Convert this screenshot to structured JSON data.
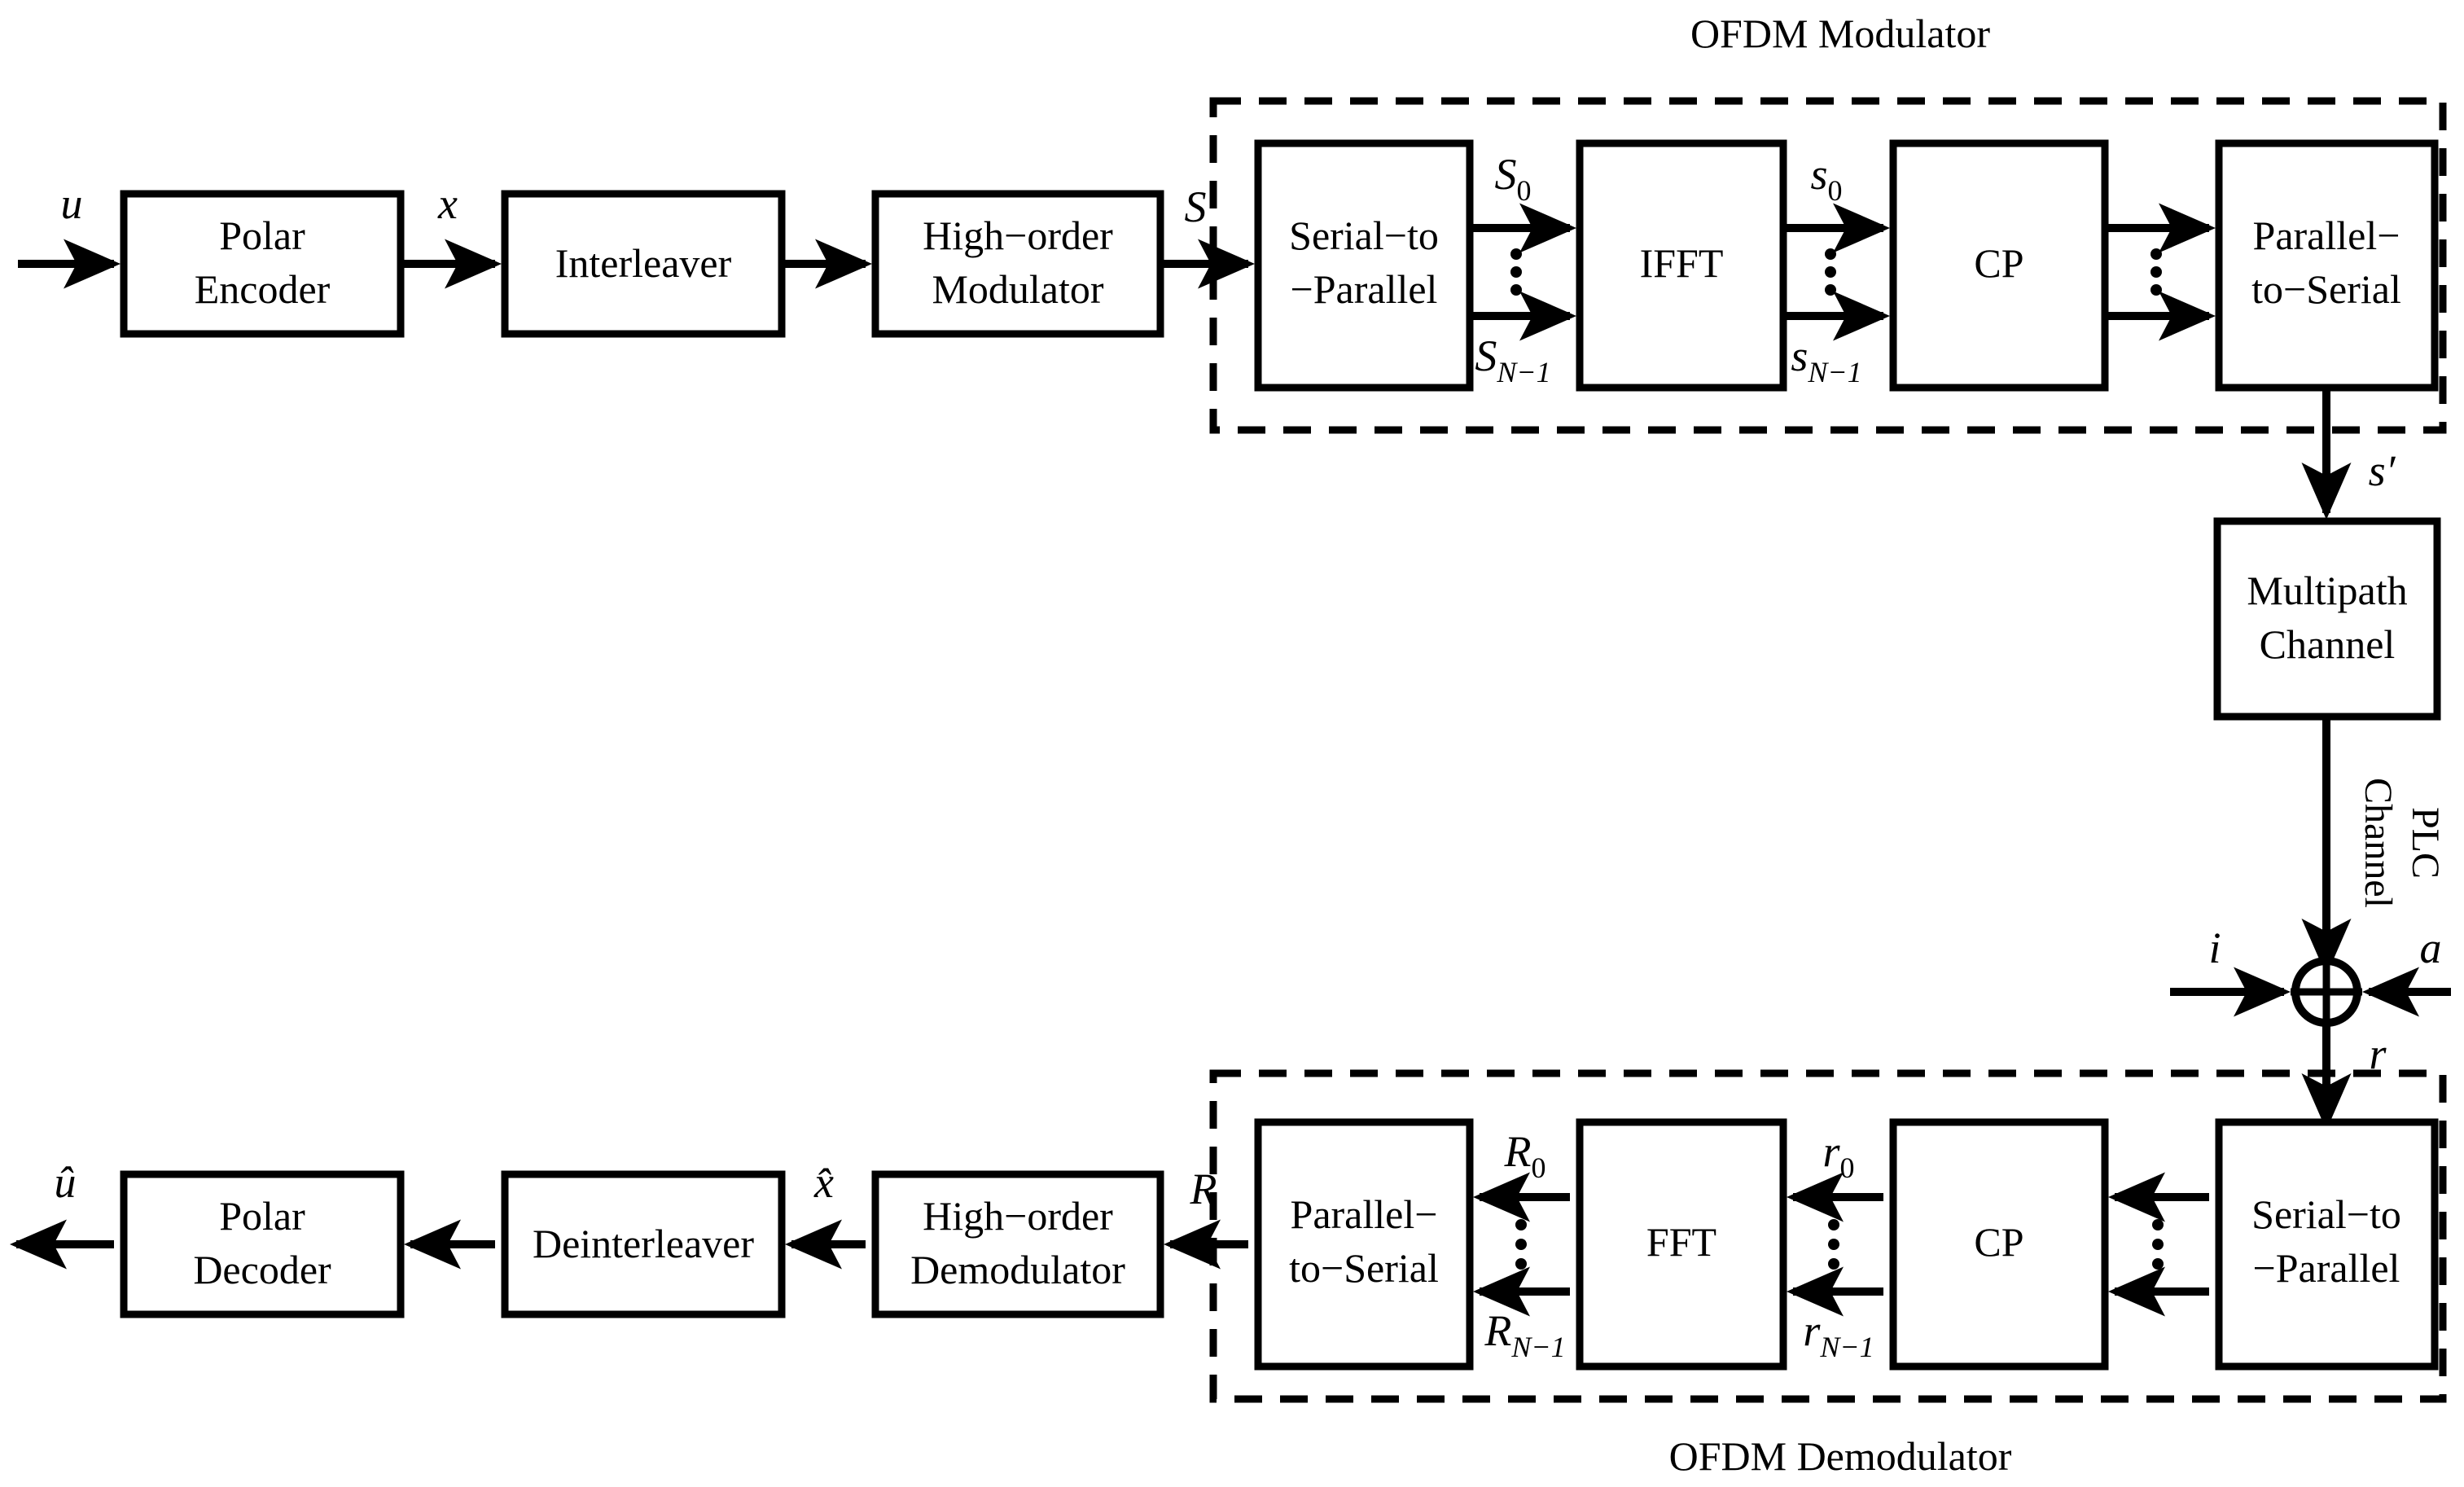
{
  "diagram": {
    "title": "Polar-coded OFDM PLC system block diagram",
    "groups": {
      "modulator_label": "OFDM Modulator",
      "demodulator_label": "OFDM Demodulator"
    },
    "transmitter": {
      "blocks": [
        {
          "id": "polar-encoder",
          "line1": "Polar",
          "line2": "Encoder"
        },
        {
          "id": "interleaver",
          "line1": "Interleaver",
          "line2": ""
        },
        {
          "id": "high-order-mod",
          "line1": "High−order",
          "line2": "Modulator"
        },
        {
          "id": "serial-to-parallel-tx",
          "line1": "Serial−to",
          "line2": "−Parallel"
        },
        {
          "id": "ifft",
          "line1": "IFFT",
          "line2": ""
        },
        {
          "id": "cp-add",
          "line1": "CP",
          "line2": ""
        },
        {
          "id": "parallel-to-serial-tx",
          "line1": "Parallel−",
          "line2": "to−Serial"
        }
      ],
      "signals": {
        "input": "u",
        "encoded": "x",
        "modulated": "S",
        "sp_top_base": "S",
        "sp_top_sub": "0",
        "sp_bot_base": "S",
        "sp_bot_sub": "N−1",
        "ifft_top_base": "s",
        "ifft_top_sub": "0",
        "ifft_bot_base": "s",
        "ifft_bot_sub": "N−1",
        "transmit": "s′"
      }
    },
    "channel": {
      "blocks": [
        {
          "id": "multipath-channel",
          "line1": "Multipath",
          "line2": "Channel"
        }
      ],
      "label_line1": "PLC",
      "label_line2": "Channel",
      "sum_node": {
        "icon": "circle-plus-sum-node",
        "input_left": "i",
        "input_right": "a",
        "output": "r"
      }
    },
    "receiver": {
      "blocks": [
        {
          "id": "serial-to-parallel-rx",
          "line1": "Serial−to",
          "line2": "−Parallel"
        },
        {
          "id": "cp-remove",
          "line1": "CP",
          "line2": ""
        },
        {
          "id": "fft",
          "line1": "FFT",
          "line2": ""
        },
        {
          "id": "parallel-to-serial-rx",
          "line1": "Parallel−",
          "line2": "to−Serial"
        },
        {
          "id": "high-order-demod",
          "line1": "High−order",
          "line2": "Demodulator"
        },
        {
          "id": "deinterleaver",
          "line1": "Deinterleaver",
          "line2": ""
        },
        {
          "id": "polar-decoder",
          "line1": "Polar",
          "line2": "Decoder"
        }
      ],
      "signals": {
        "cp_top_base": "r",
        "cp_top_sub": "0",
        "cp_bot_base": "r",
        "cp_bot_sub": "N−1",
        "fft_top_base": "R",
        "fft_top_sub": "0",
        "fft_bot_base": "R",
        "fft_bot_sub": "N−1",
        "demod_in": "R",
        "deint_out": "x̂",
        "output": "û"
      }
    },
    "colors": {
      "stroke": "#000000",
      "background": "#ffffff"
    }
  }
}
